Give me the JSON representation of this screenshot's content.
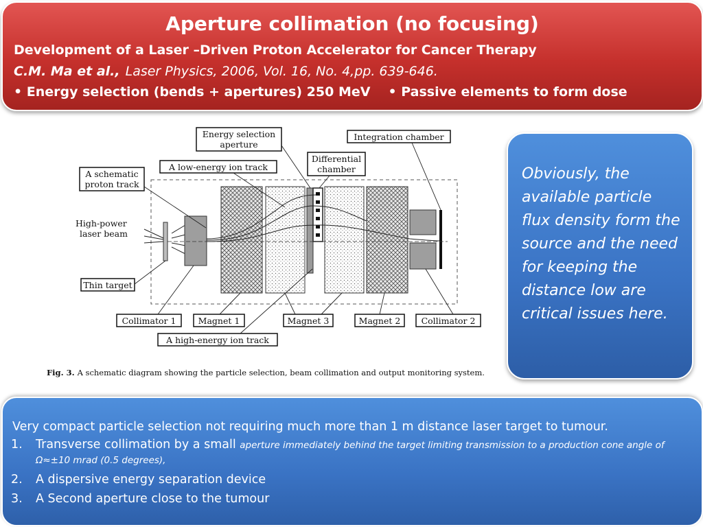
{
  "header": {
    "title": "Aperture collimation (no focusing)",
    "line1": "Development of a Laser –Driven Proton Accelerator for Cancer Therapy",
    "authors": "C.M. Ma et al.,",
    "citation": "Laser Physics, 2006, Vol. 16, No. 4,pp. 639-646.",
    "bullet1": "• Energy selection (bends + apertures)  250 MeV",
    "bullet2": "• Passive elements to form dose"
  },
  "diagram": {
    "labels": {
      "energy_selection_aperture_1": "Energy selection",
      "energy_selection_aperture_2": "aperture",
      "integration_chamber": "Integration chamber",
      "low_energy_ion_track": "A low-energy ion track",
      "differential_chamber_1": "Differential",
      "differential_chamber_2": "chamber",
      "schematic_proton_track_1": "A schematic",
      "schematic_proton_track_2": "proton track",
      "high_power_laser_beam_1": "High-power",
      "high_power_laser_beam_2": "laser beam",
      "thin_target": "Thin target",
      "collimator_1": "Collimator 1",
      "magnet_1": "Magnet 1",
      "magnet_3": "Magnet 3",
      "magnet_2": "Magnet 2",
      "collimator_2": "Collimator 2",
      "high_energy_ion_track": "A high-energy ion track"
    },
    "caption_figno": "Fig. 3.",
    "caption_text": "A schematic diagram showing the particle selection, beam collimation and output monitoring system."
  },
  "side_note": {
    "text": "Obviously, the available particle flux density form the source and the need for keeping the distance low are critical issues here."
  },
  "bottom": {
    "intro": "Very compact particle selection not requiring much more than 1 m distance laser target to tumour.",
    "items": [
      {
        "num": "1.",
        "main": "Transverse collimation by a small ",
        "small": "aperture immediately behind the target limiting transmission to a production cone angle of Ω≈±10 mrad (0.5 degrees),"
      },
      {
        "num": "2.",
        "main": "A dispersive energy separation device",
        "small": ""
      },
      {
        "num": "3.",
        "main": "A Second aperture close to the tumour",
        "small": ""
      }
    ]
  },
  "colors": {
    "header_red": "#c5302c",
    "box_blue": "#3a73c4",
    "text_white": "#ffffff"
  }
}
